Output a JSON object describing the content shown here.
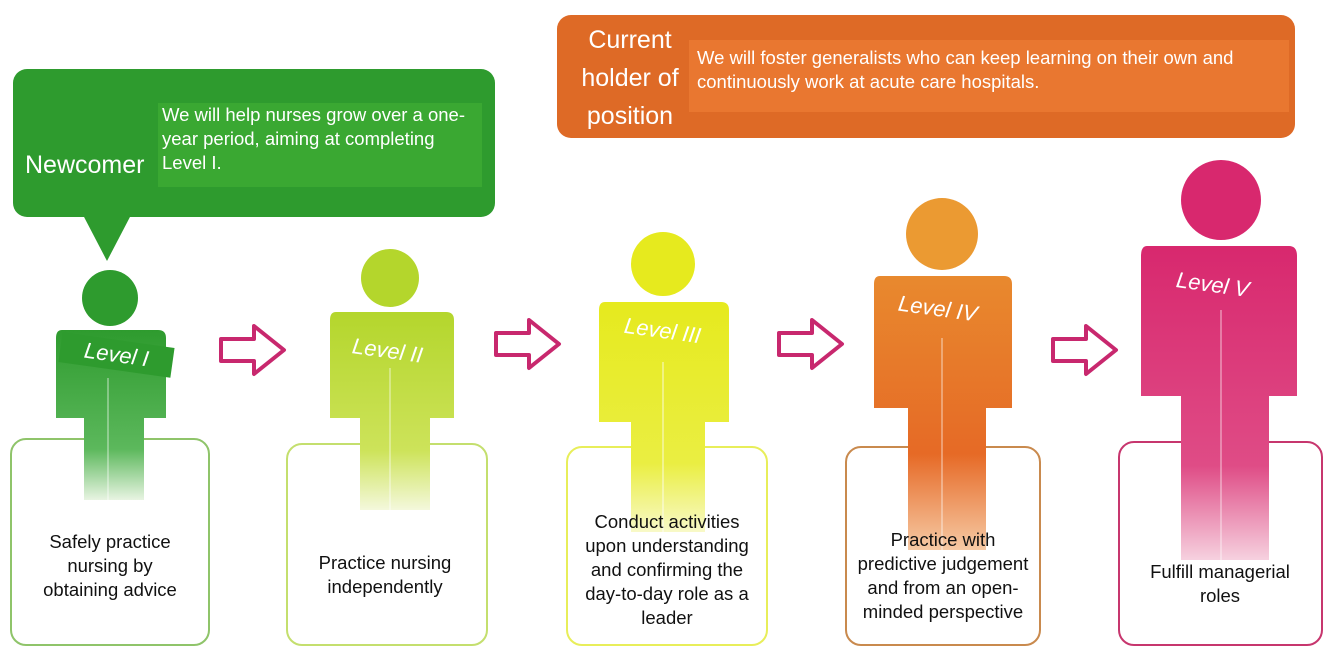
{
  "newcomer": {
    "heading": "Newcomer",
    "description": "We will help nurses grow over a one-year period, aiming at completing Level I."
  },
  "current_holder": {
    "heading": "Current holder of position",
    "description": "We will foster generalists who can keep learning on their own and continuously work at acute care hospitals."
  },
  "levels": [
    {
      "label": "Level I",
      "description": "Safely practice nursing by obtaining advice",
      "color": "#2e9b2e"
    },
    {
      "label": "Level II",
      "description": "Practice nursing independently",
      "color": "#b4d62c"
    },
    {
      "label": "Level III",
      "description": "Conduct activities upon understanding and confirming the day-to-day role as a leader",
      "color": "#e6ea1e"
    },
    {
      "label": "Level IV",
      "description": "Practice with predictive judgement and from an open-minded perspective",
      "color": "#e4762c"
    },
    {
      "label": "Level V",
      "description": "Fulfill managerial roles",
      "color": "#d8286e"
    }
  ],
  "arrow_color": "#c8286e",
  "box_colors": [
    "#8fc46a",
    "#c4df6e",
    "#e8ee5a",
    "#c98a4e",
    "#c7366e"
  ]
}
